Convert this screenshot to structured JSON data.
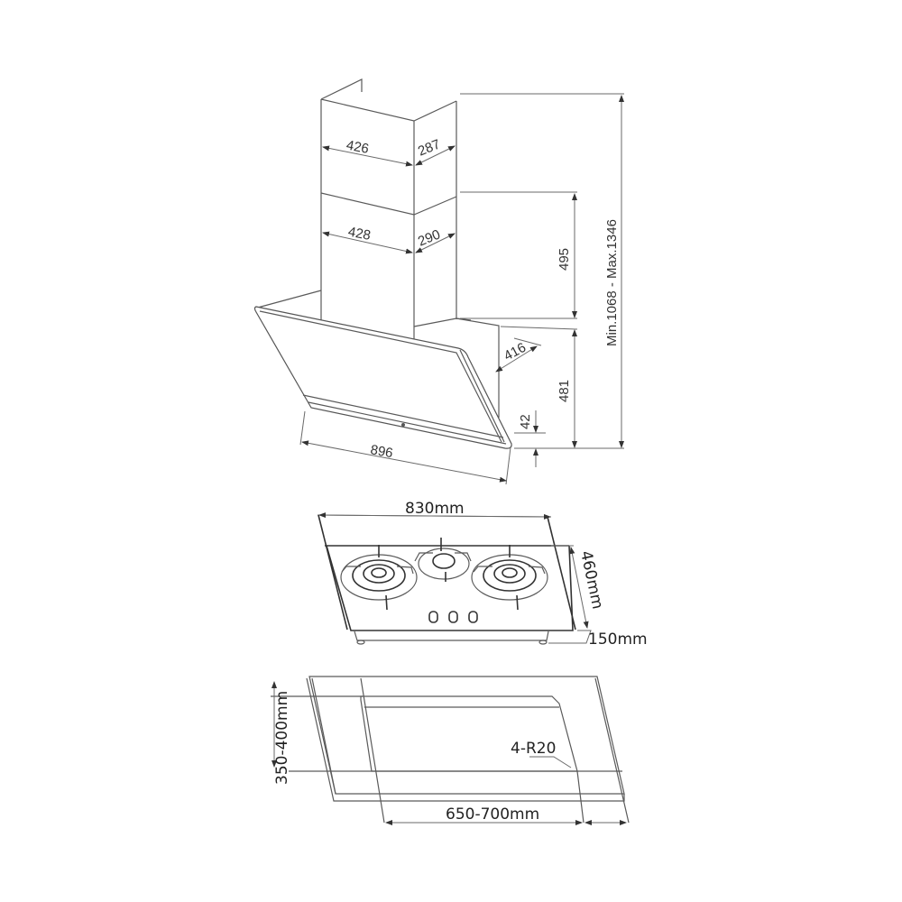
{
  "hood": {
    "chimney_upper_width": "426",
    "chimney_upper_depth": "287",
    "chimney_lower_width": "428",
    "chimney_lower_depth": "290",
    "chimney_height": "495",
    "body_depth": "416",
    "body_height": "481",
    "bottom_lip": "42",
    "width": "896",
    "total_height": "Min.1068 - Max.1346"
  },
  "hob": {
    "width": "830mm",
    "depth": "460mm",
    "height": "150mm",
    "burners": 3,
    "knobs": 3
  },
  "cutout": {
    "depth": "350-400mm",
    "width": "650-700mm",
    "corner_radius": "4-R20"
  },
  "colors": {
    "line": "#5a5a5a",
    "text": "#333333",
    "background": "#ffffff"
  }
}
